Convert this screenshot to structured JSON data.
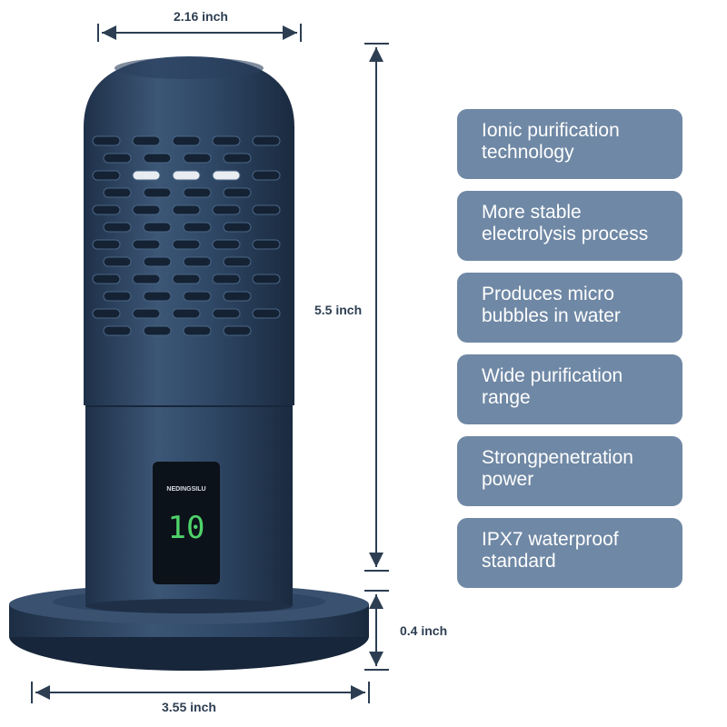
{
  "dimensions": {
    "top_width": "2.16 inch",
    "height": "5.5 inch",
    "base_height": "0.4 inch",
    "base_width": "3.55 inch"
  },
  "product": {
    "brand": "NEDINGSILU",
    "display_value": "10",
    "body_color": "#2d4561",
    "display_color": "#4fd36a"
  },
  "features": [
    {
      "line1": "Ionic purification",
      "line2": "technology"
    },
    {
      "line1": "More stable",
      "line2": "electrolysis process"
    },
    {
      "line1": "Produces micro",
      "line2": "bubbles in water"
    },
    {
      "line1": "Wide purification",
      "line2": "range"
    },
    {
      "line1": "Strongpenetration",
      "line2": "power"
    },
    {
      "line1": "IPX7 waterproof",
      "line2": "standard"
    }
  ],
  "colors": {
    "card_bg": "#6f88a5",
    "dimension_line": "#2d3e52"
  }
}
